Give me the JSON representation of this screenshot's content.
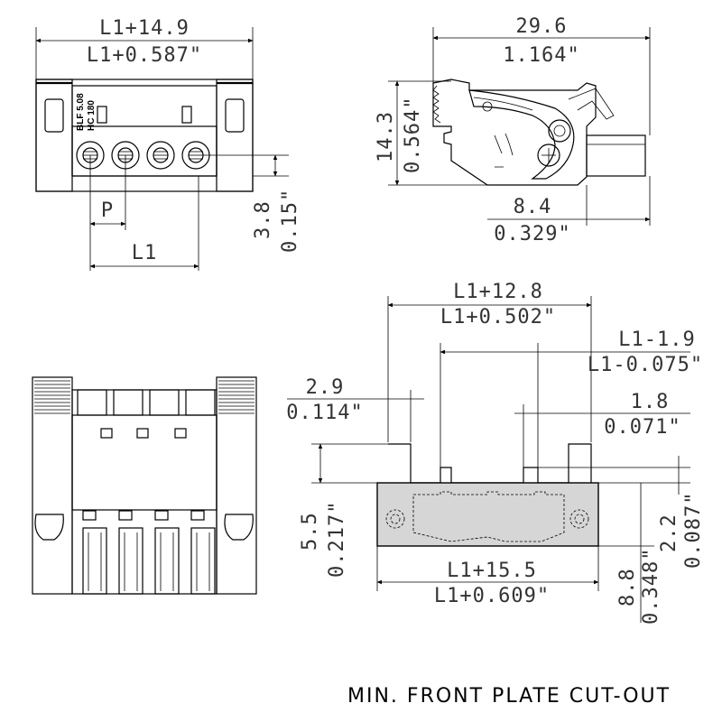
{
  "front_view": {
    "dim_top_mm": "L1+14.9",
    "dim_top_in": "L1+0.587\"",
    "dim_pitch": "P",
    "dim_length": "L1",
    "dim_height_mm": "3.8",
    "dim_height_in": "0.15\"",
    "label_line1": "BLF 5.08",
    "label_line2": "HC 180"
  },
  "side_view": {
    "dim_width_mm": "29.6",
    "dim_width_in": "1.164\"",
    "dim_height_mm": "14.3",
    "dim_height_in": "0.564\"",
    "dim_depth_mm": "8.4",
    "dim_depth_in": "0.329\""
  },
  "cutout_view": {
    "dim_total_mm": "L1+12.8",
    "dim_total_in": "L1+0.502\"",
    "dim_inner_mm": "L1-1.9",
    "dim_inner_in": "L1-0.075\"",
    "dim_left_mm": "2.9",
    "dim_left_in": "0.114\"",
    "dim_right_mm": "1.8",
    "dim_right_in": "0.071\"",
    "dim_left_h_mm": "5.5",
    "dim_left_h_in": "0.217\"",
    "dim_right_h_mm": "2.2",
    "dim_right_h_in": "0.087\"",
    "dim_plate_mm": "L1+15.5",
    "dim_plate_in": "L1+0.609\"",
    "dim_plate_h_mm": "8.8",
    "dim_plate_h_in": "0.348\""
  },
  "caption": "MIN. FRONT PLATE CUT-OUT"
}
